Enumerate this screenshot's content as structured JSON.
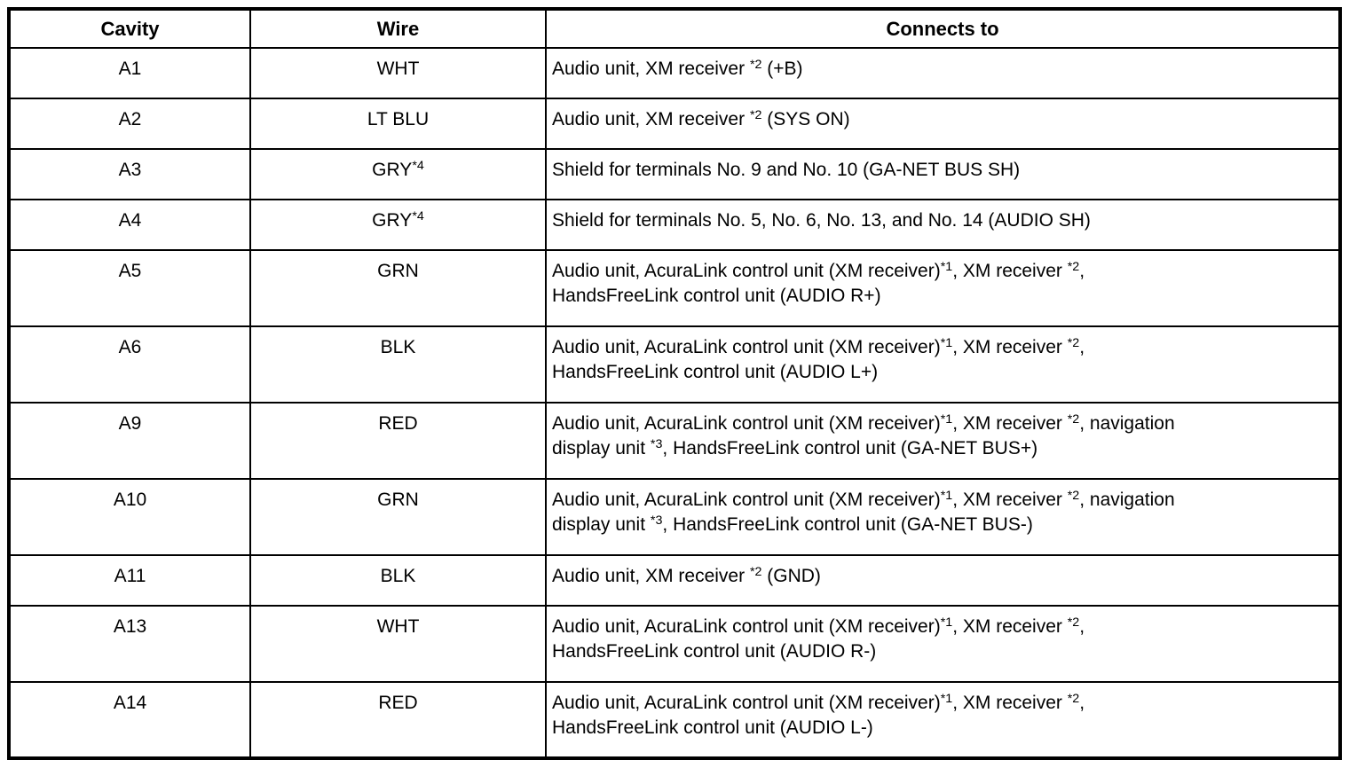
{
  "table": {
    "headers": [
      "Cavity",
      "Wire",
      "Connects to"
    ],
    "rows": [
      {
        "cavity": "A1",
        "wire": "WHT",
        "connects_to": "Audio unit, XM receiver ^{*2} (+B)"
      },
      {
        "cavity": "A2",
        "wire": "LT BLU",
        "connects_to": "Audio unit, XM receiver ^{*2} (SYS ON)"
      },
      {
        "cavity": "A3",
        "wire": "GRY^{*4}",
        "connects_to": "Shield for terminals No. 9 and No. 10 (GA-NET BUS SH)"
      },
      {
        "cavity": "A4",
        "wire": "GRY^{*4}",
        "connects_to": "Shield for terminals No. 5, No. 6, No. 13, and No. 14 (AUDIO SH)"
      },
      {
        "cavity": "A5",
        "wire": "GRN",
        "connects_to": "Audio unit, AcuraLink control unit (XM receiver)^{*1}, XM receiver ^{*2},\nHandsFreeLink control unit (AUDIO R+)"
      },
      {
        "cavity": "A6",
        "wire": "BLK",
        "connects_to": "Audio unit, AcuraLink control unit (XM receiver)^{*1}, XM receiver ^{*2},\nHandsFreeLink control unit (AUDIO L+)"
      },
      {
        "cavity": "A9",
        "wire": "RED",
        "connects_to": "Audio unit, AcuraLink control unit (XM receiver)^{*1}, XM receiver ^{*2}, navigation\ndisplay unit ^{*3}, HandsFreeLink control unit (GA-NET BUS+)"
      },
      {
        "cavity": "A10",
        "wire": "GRN",
        "connects_to": "Audio unit, AcuraLink control unit (XM receiver)^{*1}, XM receiver ^{*2}, navigation\ndisplay unit ^{*3}, HandsFreeLink control unit (GA-NET BUS-)"
      },
      {
        "cavity": "A11",
        "wire": "BLK",
        "connects_to": "Audio unit, XM receiver ^{*2} (GND)"
      },
      {
        "cavity": "A13",
        "wire": "WHT",
        "connects_to": "Audio unit, AcuraLink control unit (XM receiver)^{*1}, XM receiver ^{*2},\nHandsFreeLink control unit (AUDIO R-)"
      },
      {
        "cavity": "A14",
        "wire": "RED",
        "connects_to": "Audio unit, AcuraLink control unit (XM receiver)^{*1}, XM receiver ^{*2},\nHandsFreeLink control unit (AUDIO L-)"
      }
    ]
  }
}
